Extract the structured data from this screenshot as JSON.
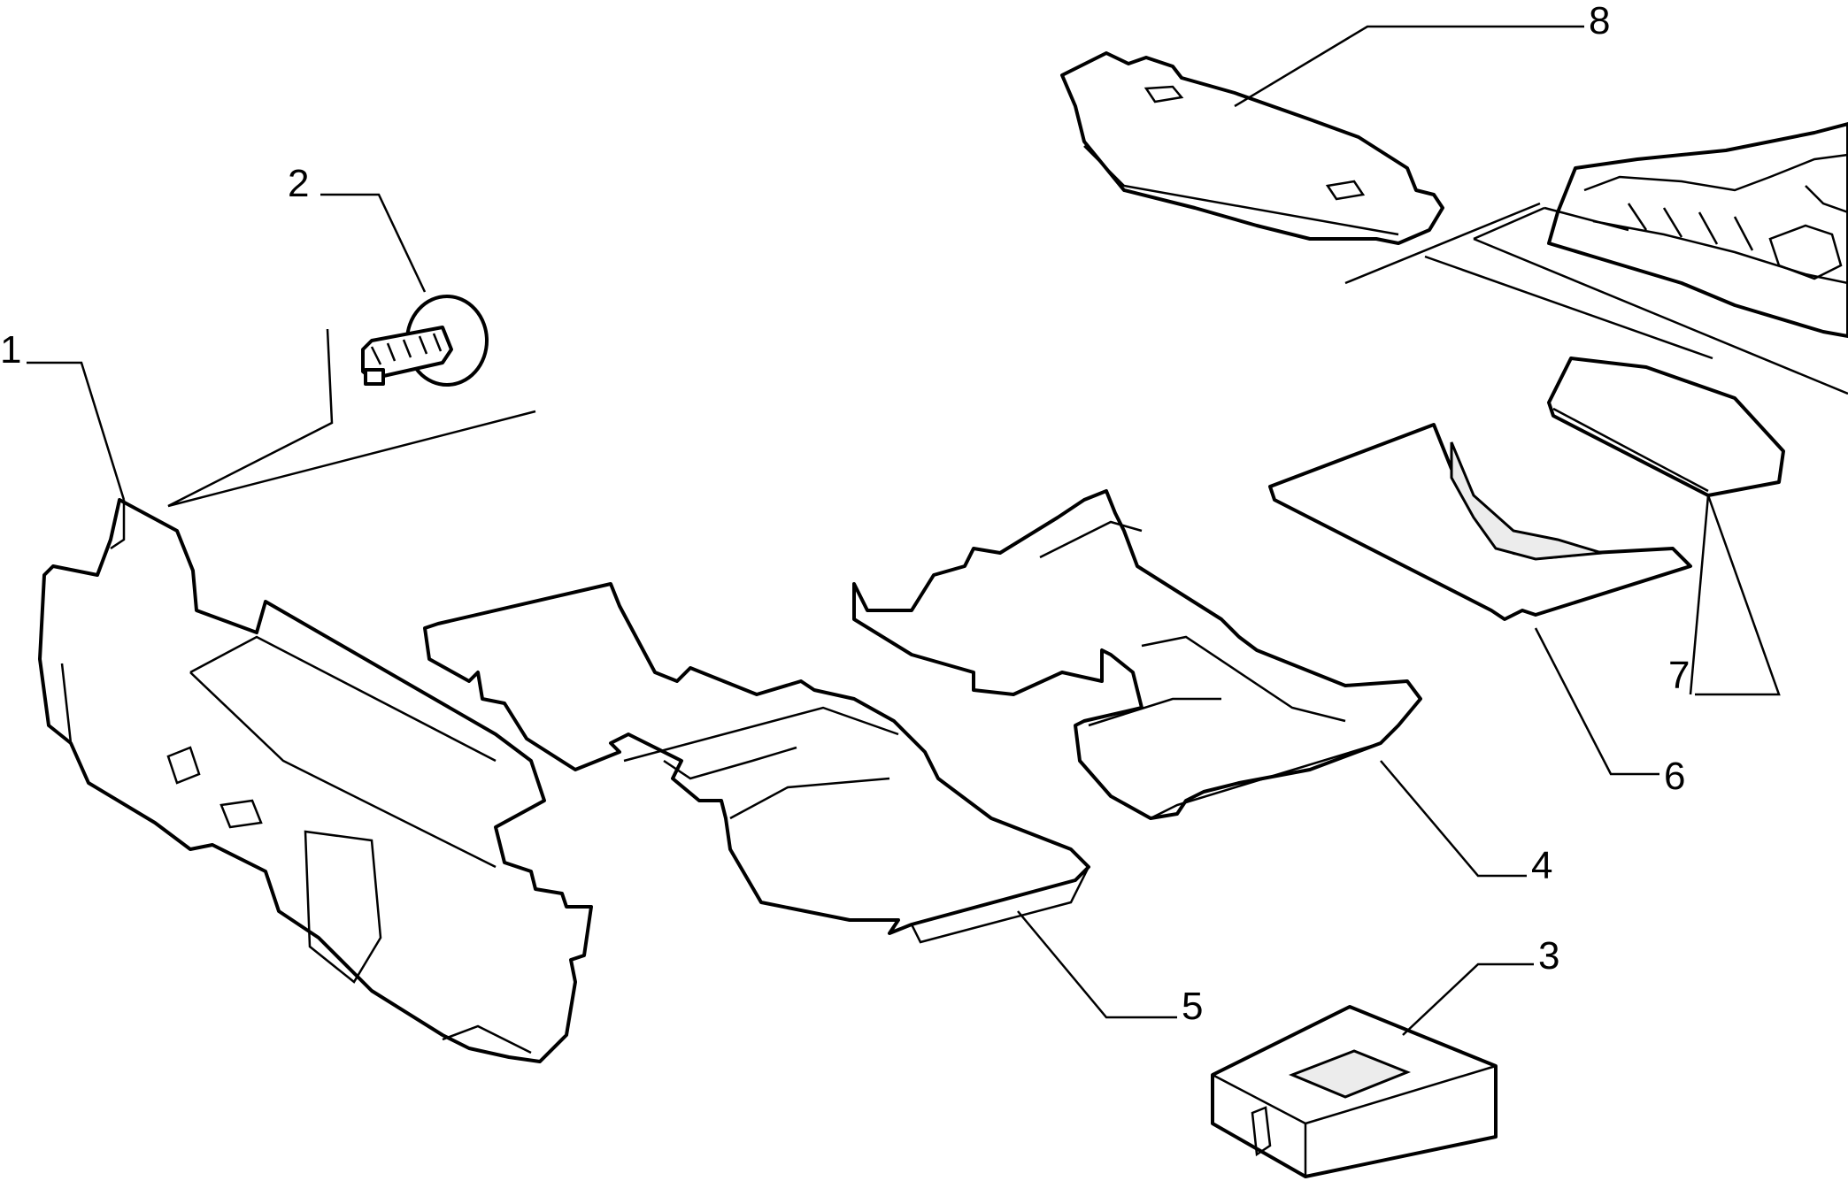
{
  "callouts": {
    "c1": "1",
    "c2": "2",
    "c3": "3",
    "c4": "4",
    "c5": "5",
    "c6": "6",
    "c7": "7",
    "c8": "8"
  },
  "colors": {
    "ink": "#000000",
    "paper": "#ffffff"
  }
}
